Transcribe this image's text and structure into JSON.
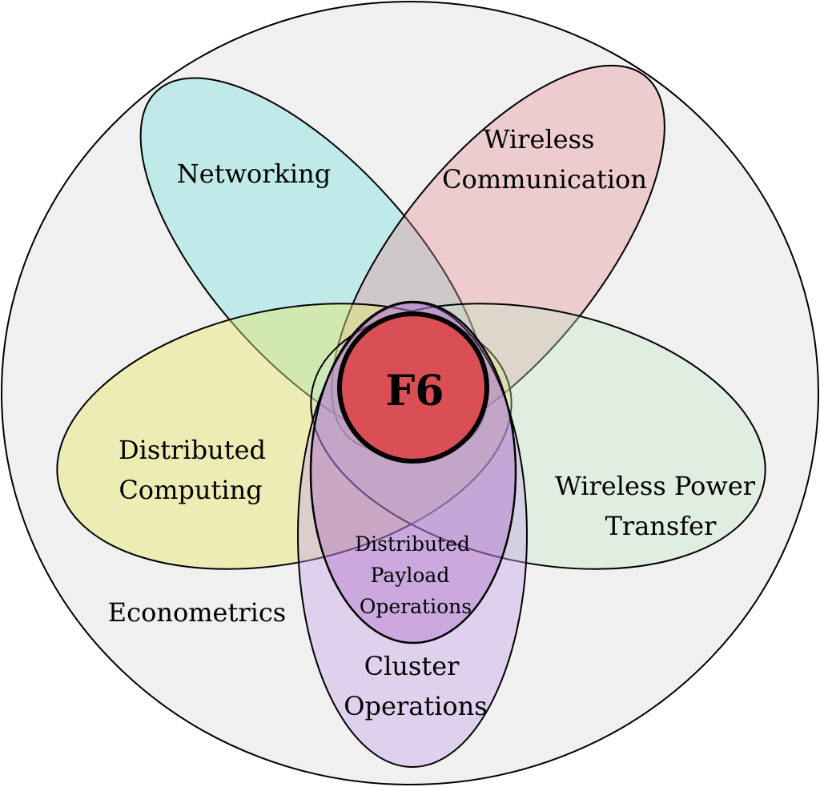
{
  "diagram": {
    "outer_label": "Econometrics",
    "center_label": "F6",
    "sets": [
      {
        "key": "networking",
        "lines": [
          "Networking"
        ],
        "color": "#00d4d4"
      },
      {
        "key": "wireless-communication",
        "lines": [
          "Wireless",
          "Communication"
        ],
        "color": "#e88a90"
      },
      {
        "key": "distributed-computing",
        "lines": [
          "Distributed",
          "Computing"
        ],
        "color": "#e6e66a"
      },
      {
        "key": "wireless-power-transfer",
        "lines": [
          "Wireless Power",
          "Transfer"
        ],
        "color": "#c2e8c6"
      },
      {
        "key": "cluster-operations",
        "lines": [
          "Cluster",
          "Operations"
        ],
        "color": "#c6a2ec"
      },
      {
        "key": "distributed-payload-operations",
        "lines": [
          "Distributed",
          "Payload",
          "Operations"
        ],
        "color": "#a04cb8"
      }
    ],
    "center_color": "#d94f55",
    "background_color": "#f0f0f0"
  }
}
